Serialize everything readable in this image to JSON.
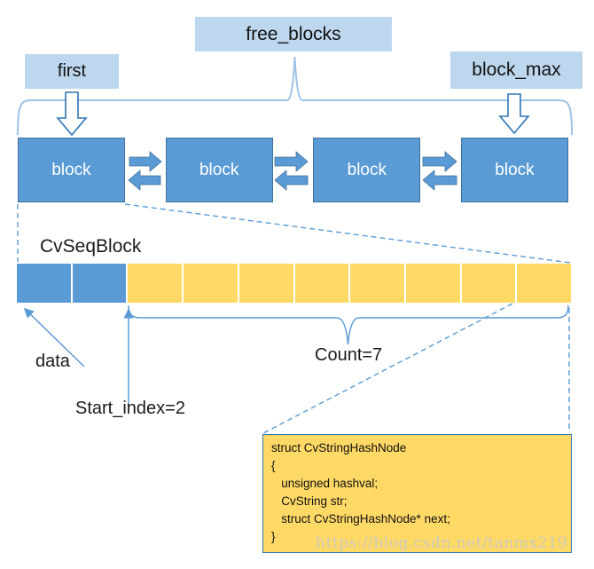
{
  "pointers": {
    "free_blocks": "free_blocks",
    "first": "first",
    "block_max": "block_max"
  },
  "linked_list": {
    "blocks": [
      "block",
      "block",
      "block",
      "block"
    ]
  },
  "seq_block": {
    "label": "CvSeqBlock",
    "cells": [
      "used",
      "used",
      "free",
      "free",
      "free",
      "free",
      "free",
      "free",
      "free",
      "free"
    ]
  },
  "annotations": {
    "data_label": "data",
    "start_index_label": "Start_index=2",
    "count_label": "Count=7"
  },
  "code_box": {
    "lines": [
      "struct CvStringHashNode",
      "{",
      "   unsigned hashval;",
      "   CvString str;",
      "   struct CvStringHashNode* next;",
      "}"
    ]
  },
  "watermark": "https://blog.csdn.net/tanmx219",
  "colors": {
    "block_fill": "#5b9bd5",
    "block_border": "#41719c",
    "label_fill": "#bdd7ee",
    "free_cell_fill": "#ffd966",
    "connector": "#5b9bd5",
    "arrow_outline": "#2e75b6",
    "code_box_fill": "#ffd966",
    "code_box_border": "#2e75b6",
    "watermark_color": "#c8c8c8"
  }
}
